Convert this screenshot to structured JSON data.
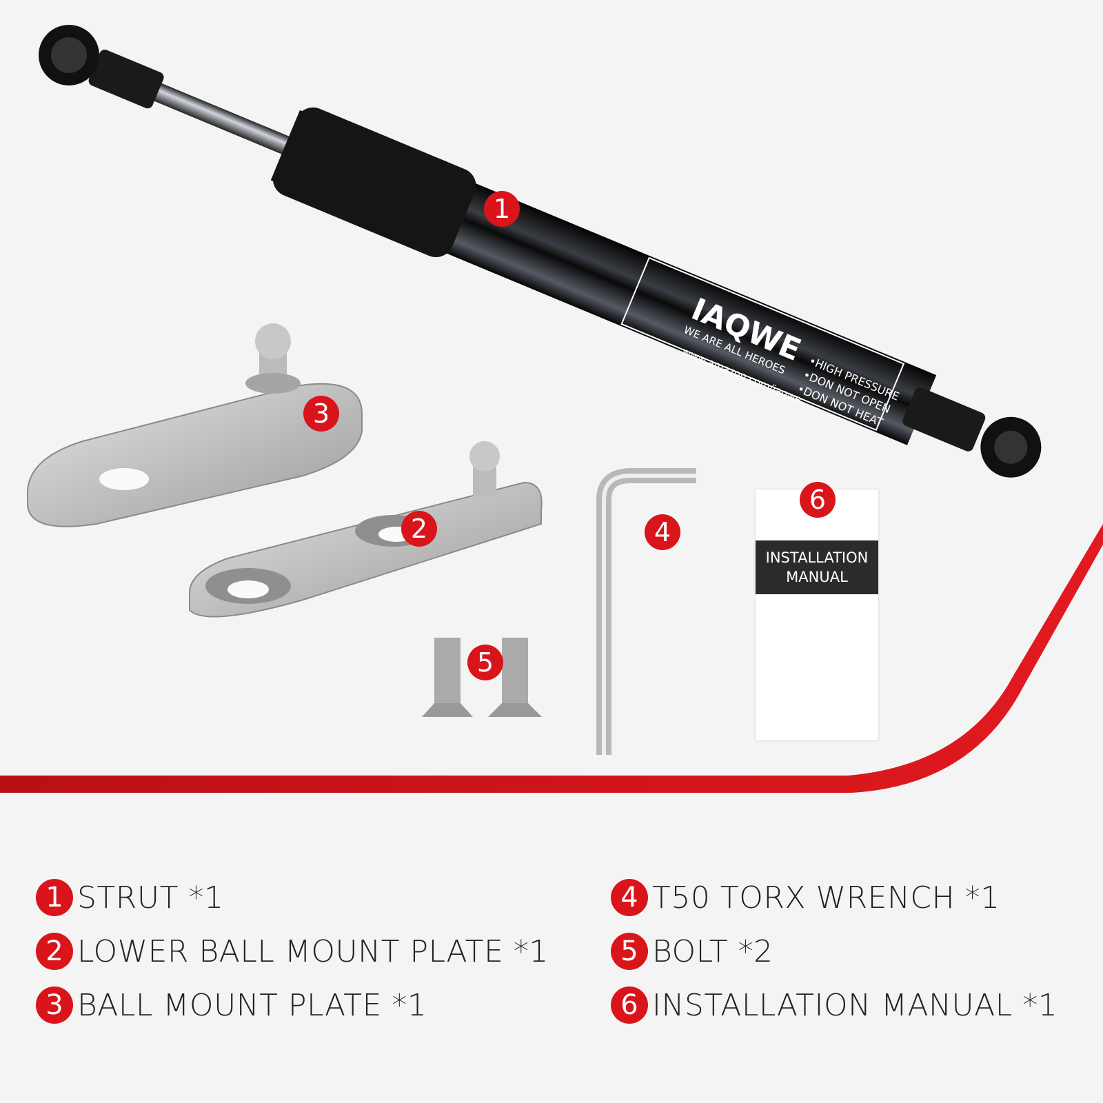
{
  "brand": {
    "logo_text": "IAQWE",
    "slogan": "WE ARE ALL HEROES",
    "url": "www.amazon.com/iaqwe"
  },
  "warnings": [
    "•HIGH PRESSURE",
    "•DON NOT OPEN",
    "•DON NOT HEAT"
  ],
  "callouts": [
    "1",
    "2",
    "3",
    "4",
    "5",
    "6"
  ],
  "manual": {
    "line1": "INSTALLATION",
    "line2": "MANUAL"
  },
  "items": [
    {
      "num": "1",
      "label": "STRUT *1"
    },
    {
      "num": "2",
      "label": "LOWER BALL MOUNT PLATE *1"
    },
    {
      "num": "3",
      "label": "BALL MOUNT PLATE *1"
    },
    {
      "num": "4",
      "label": "T50 TORX WRENCH *1"
    },
    {
      "num": "5",
      "label": "BOLT *2"
    },
    {
      "num": "6",
      "label": "INSTALLATION MANUAL *1"
    }
  ],
  "colors": {
    "accent": "#d9141b",
    "background": "#f4f4f4",
    "strut": "#0c0c0e"
  }
}
